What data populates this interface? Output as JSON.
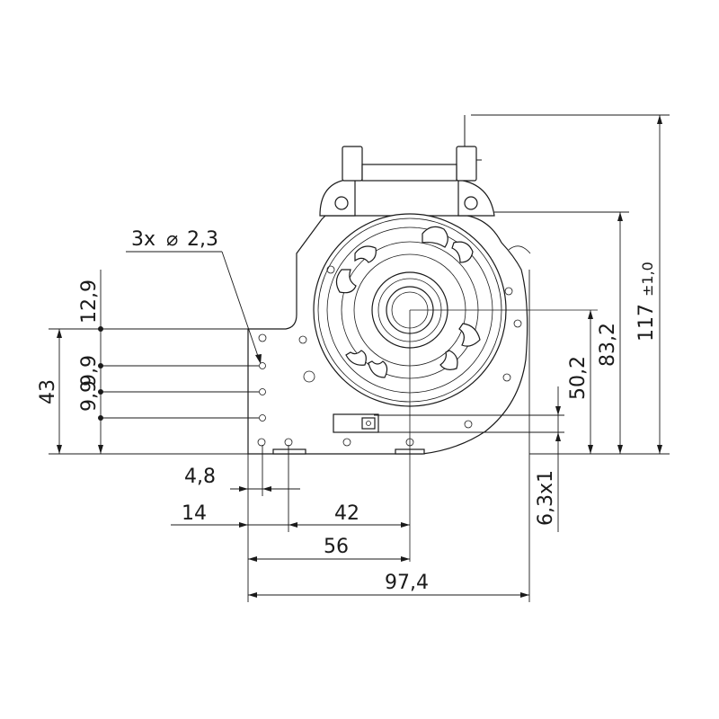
{
  "drawing": {
    "callout": {
      "count": "3x",
      "symbol": "⌀",
      "value": "2,3"
    },
    "dimensions": {
      "width_total": "97,4",
      "to_motor_axis": "56",
      "mount_hole_offset": "14",
      "hole_to_axis": "42",
      "hole_edge": "4,8",
      "height_total": "117",
      "height_tolerance": "±1,0",
      "height_body": "83,2",
      "axis_height": "50,2",
      "tab": "6,3x1",
      "flange_height": "43",
      "hole_top": "12,9",
      "hole_pitch": "9,9"
    }
  }
}
